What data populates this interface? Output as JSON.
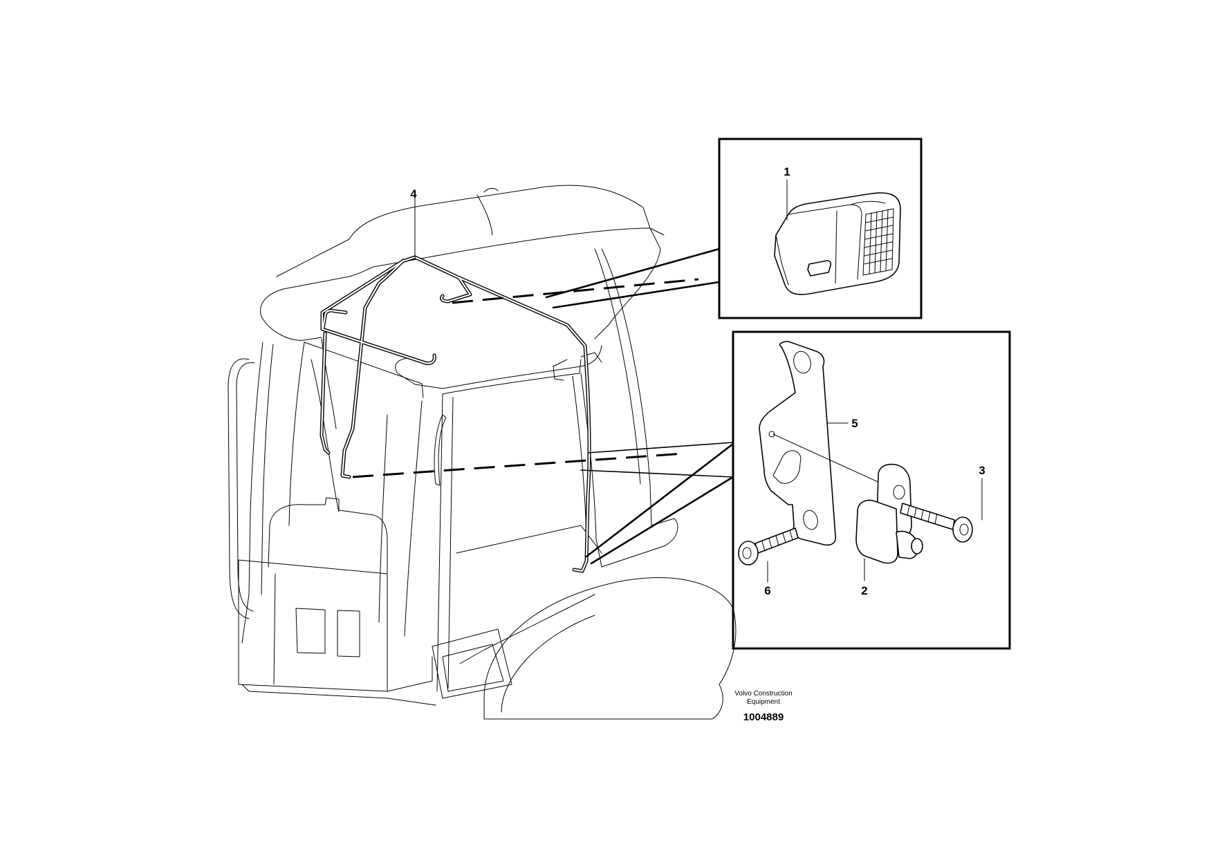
{
  "callouts": {
    "c1": "1",
    "c2": "2",
    "c3": "3",
    "c4": "4",
    "c5": "5",
    "c6": "6"
  },
  "footer": {
    "brand_line1": "Volvo Construction",
    "brand_line2": "Equipment",
    "figure_number": "1004889"
  }
}
